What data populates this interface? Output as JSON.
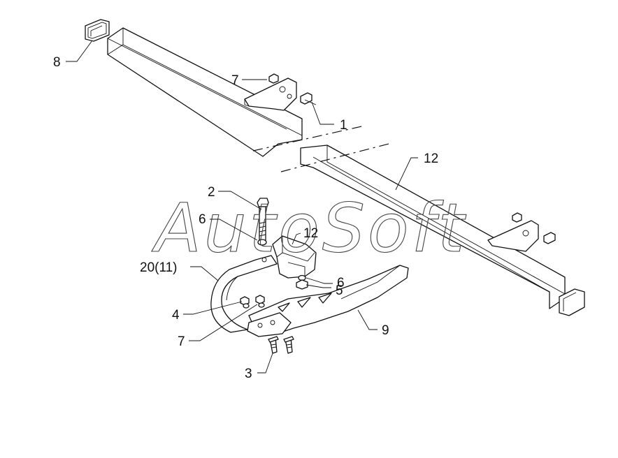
{
  "watermark": "AutoSoft",
  "callouts": [
    {
      "id": "c8",
      "text": "8"
    },
    {
      "id": "c7a",
      "text": "7"
    },
    {
      "id": "c1",
      "text": "1"
    },
    {
      "id": "c12a",
      "text": "12"
    },
    {
      "id": "c2",
      "text": "2"
    },
    {
      "id": "c6a",
      "text": "6"
    },
    {
      "id": "c12b",
      "text": "12"
    },
    {
      "id": "c20",
      "text": "20(11)"
    },
    {
      "id": "c6b",
      "text": "6"
    },
    {
      "id": "c5",
      "text": "5"
    },
    {
      "id": "c4",
      "text": "4"
    },
    {
      "id": "c9",
      "text": "9"
    },
    {
      "id": "c7b",
      "text": "7"
    },
    {
      "id": "c3",
      "text": "3"
    }
  ]
}
